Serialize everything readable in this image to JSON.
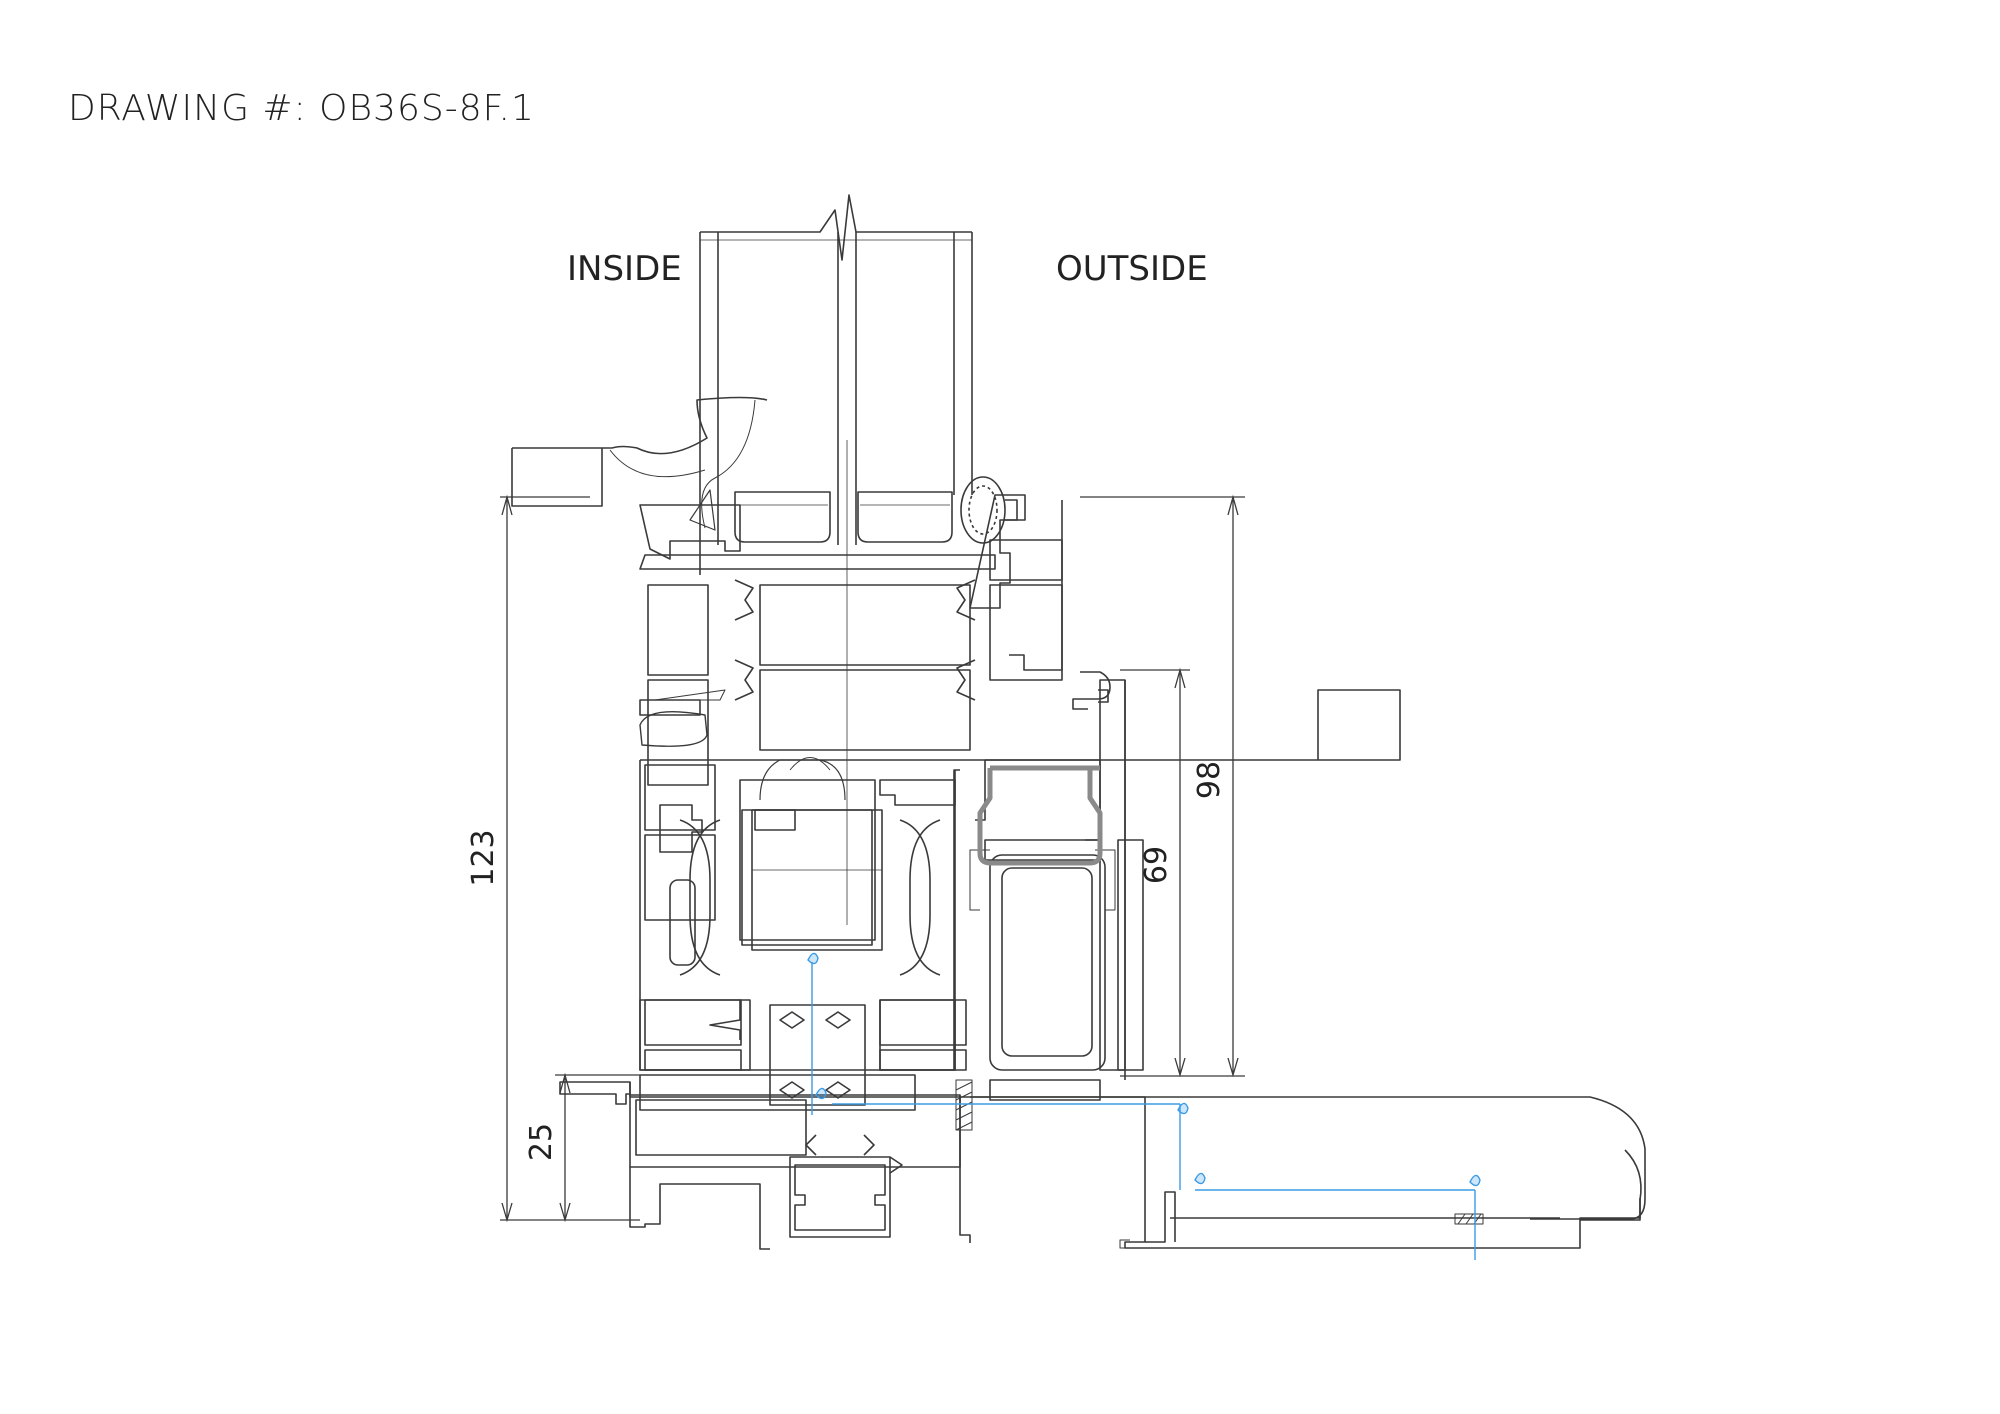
{
  "drawing_number": "DRAWING #: OB36S-8F.1",
  "labels": {
    "inside": "INSIDE",
    "outside": "OUTSIDE"
  },
  "dimensions": {
    "total_height": "123",
    "outer_height": "98",
    "sill_height": "69",
    "base_height": "25"
  },
  "colors": {
    "line": "#3a3a3a",
    "gasket": "#8a8a8a",
    "water": "#3a9be6"
  }
}
